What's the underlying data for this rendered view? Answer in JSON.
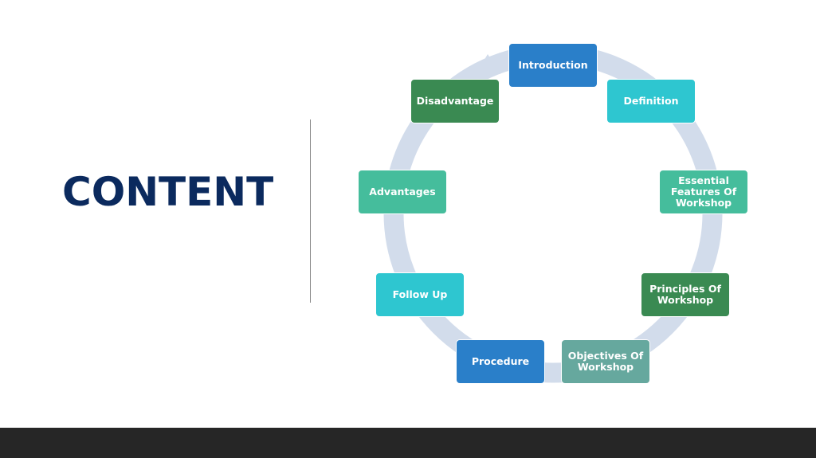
{
  "slide": {
    "title": "CONTENT"
  },
  "cycle": {
    "nodes": [
      {
        "label": "Introduction",
        "color": "#2a7fc9"
      },
      {
        "label": "Definition",
        "color": "#2ec6d0"
      },
      {
        "label": "Essential Features Of Workshop",
        "color": "#45bd9c"
      },
      {
        "label": "Principles Of Workshop",
        "color": "#3a8a52"
      },
      {
        "label": "Objectives Of Workshop",
        "color": "#66a89e"
      },
      {
        "label": "Procedure",
        "color": "#2a7fc9"
      },
      {
        "label": "Follow Up",
        "color": "#2ec6d0"
      },
      {
        "label": "Advantages",
        "color": "#45bd9c"
      },
      {
        "label": "Disadvantage",
        "color": "#3a8a52"
      }
    ],
    "ring_color": "#d2dceb"
  }
}
